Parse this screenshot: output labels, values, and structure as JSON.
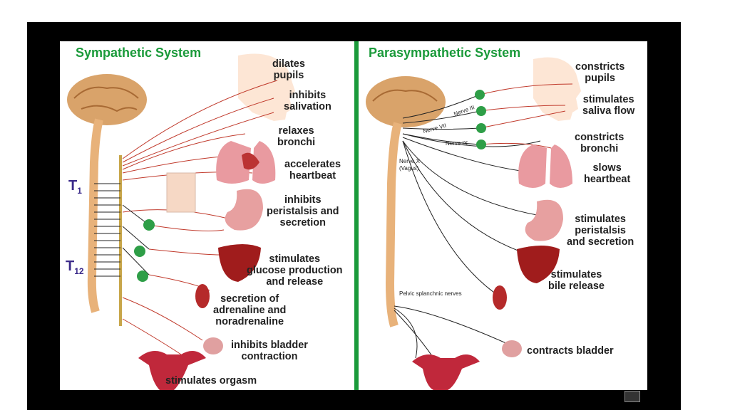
{
  "left": {
    "title": "Sympathetic System",
    "t1_main": "T",
    "t1_sub": "1",
    "t12_main": "T",
    "t12_sub": "12",
    "labels": [
      "dilates\npupils",
      "inhibits\nsalivation",
      "relaxes\nbronchi",
      "accelerates\nheartbeat",
      "inhibits\nperistalsis and\nsecretion",
      "stimulates\nglucose production\nand release",
      "secretion of\nadrenaline and\nnoradrenaline",
      "inhibits bladder\ncontraction",
      "stimulates orgasm"
    ]
  },
  "right": {
    "title": "Parasympathetic System",
    "nerves": [
      "Nerve III",
      "Nerve VII",
      "Nerve IX",
      "Nerve X\n(Vagus)",
      "Pelvic splanchnic nerves"
    ],
    "labels": [
      "constricts\npupils",
      "stimulates\nsaliva flow",
      "constricts\nbronchi",
      "slows\nheartbeat",
      "stimulates\nperistalsis\nand secretion",
      "stimulates\nbile release",
      "contracts bladder"
    ]
  },
  "colors": {
    "title": "#1a9a3a",
    "nerve_red": "#c0392b",
    "ganglion": "#2e9e47",
    "spinal": "#e8b27a",
    "brain": "#d9a36a"
  }
}
